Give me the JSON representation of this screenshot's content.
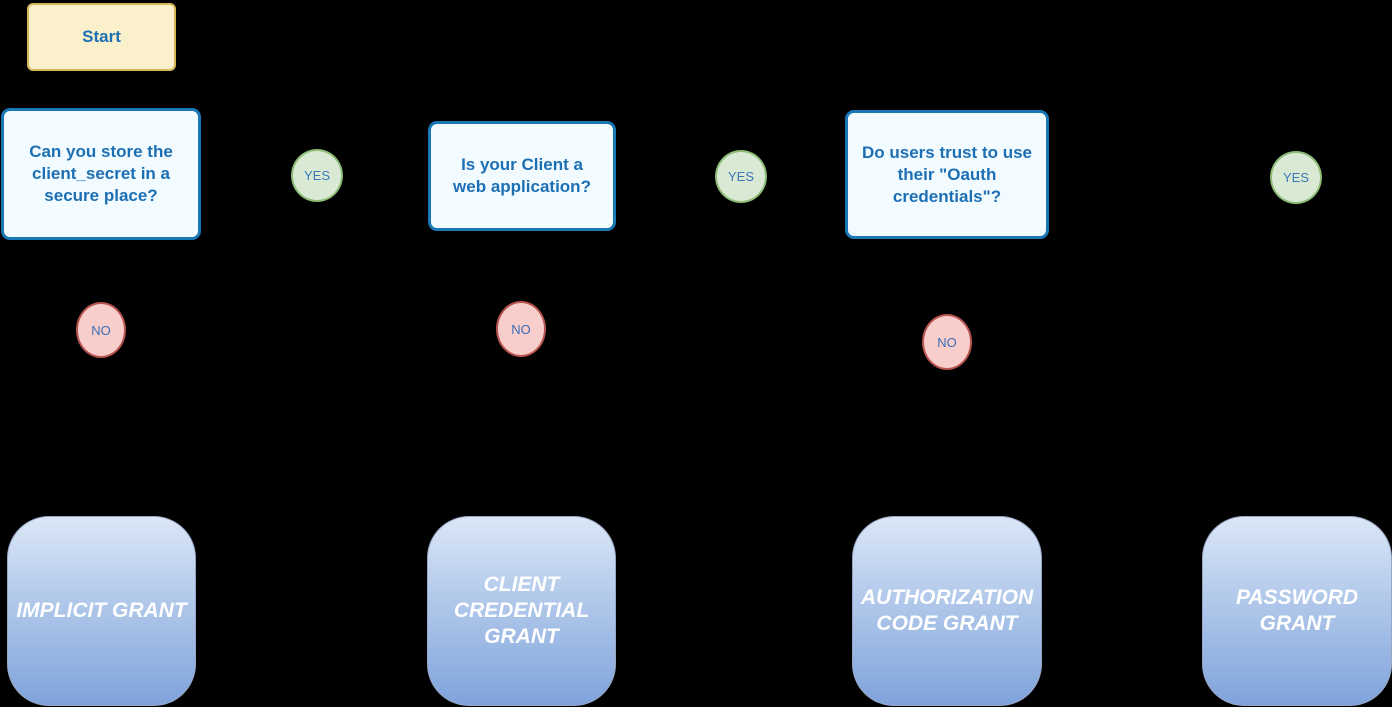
{
  "flowchart": {
    "start": {
      "label": "Start"
    },
    "decisions": [
      {
        "label": "Can you store the\nclient_secret in a\nsecure place?"
      },
      {
        "label": "Is your Client a\nweb application?"
      },
      {
        "label": "Do users trust to use\ntheir \"Oauth\ncredentials\"?"
      }
    ],
    "yes_branches": [
      {
        "label": "YES"
      },
      {
        "label": "YES"
      },
      {
        "label": "YES"
      }
    ],
    "no_branches": [
      {
        "label": "NO"
      },
      {
        "label": "NO"
      },
      {
        "label": "NO"
      }
    ],
    "grants": [
      {
        "label": "IMPLICIT GRANT"
      },
      {
        "label": "CLIENT\nCREDENTIAL\nGRANT"
      },
      {
        "label": "AUTHORIZATION\nCODE GRANT"
      },
      {
        "label": "PASSWORD\nGRANT"
      }
    ],
    "colors": {
      "background": "#000000",
      "start_fill": "#fbf0cc",
      "start_border": "#d6b656",
      "decision_fill": "#f2fbff",
      "decision_border": "#1a77b6",
      "text_blue": "#1d6fb4",
      "yes_fill": "#d9e9d4",
      "yes_border": "#8cbc76",
      "no_fill": "#f8cecc",
      "no_border": "#b85450",
      "grant_gradient_top": "#dbe7f7",
      "grant_gradient_bottom": "#7fa3dc",
      "grant_text": "#ffffff"
    }
  }
}
